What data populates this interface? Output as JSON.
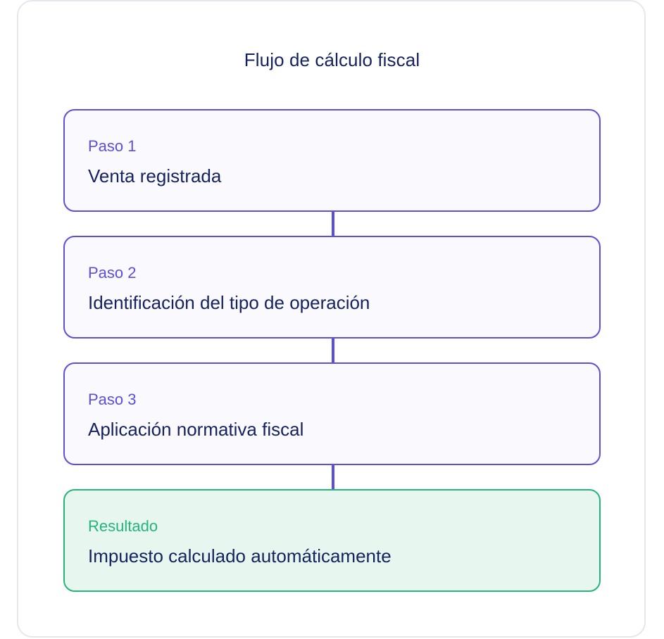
{
  "diagram": {
    "title": "Flujo de cálculo fiscal",
    "steps": [
      {
        "label": "Paso 1",
        "text": "Venta registrada"
      },
      {
        "label": "Paso 2",
        "text": "Identificación del tipo de operación"
      },
      {
        "label": "Paso 3",
        "text": "Aplicación normativa fiscal"
      }
    ],
    "result": {
      "label": "Resultado",
      "text": "Impuesto calculado automáticamente"
    },
    "colors": {
      "title": "#15225e",
      "step_border": "#5b4fdd",
      "step_fill": "#f9f9fe",
      "result_border": "#23b57c",
      "result_fill": "#e7f7ef"
    }
  }
}
